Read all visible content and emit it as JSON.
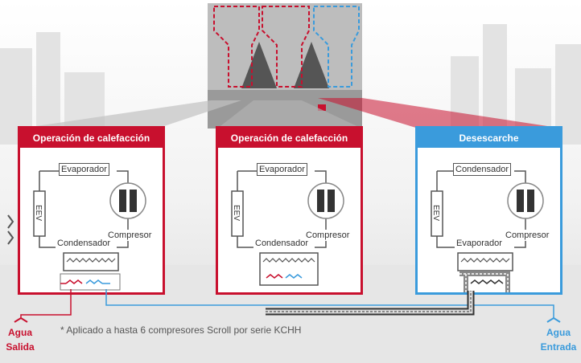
{
  "panels": [
    {
      "title": "Operación de calefacción",
      "top_label": "Evaporador",
      "bottom_label": "Condensador",
      "valve_label": "EEV",
      "compressor_label": "Compresor",
      "variant": "heating"
    },
    {
      "title": "Operación de calefacción",
      "top_label": "Evaporador",
      "bottom_label": "Condensador",
      "valve_label": "EEV",
      "compressor_label": "Compresor",
      "variant": "heating"
    },
    {
      "title": "Desescarche",
      "top_label": "Condensador",
      "bottom_label": "Evaporador",
      "valve_label": "EEV",
      "compressor_label": "Compresor",
      "variant": "defrost"
    }
  ],
  "footnote": "* Aplicado a hasta 6 compresores Scroll por serie KCHH",
  "water_outlet": {
    "line1": "Agua",
    "line2": "Salida"
  },
  "water_inlet": {
    "line1": "Agua",
    "line2": "Entrada"
  },
  "colors": {
    "heating": "#c8102e",
    "defrost": "#3a9bdc",
    "pipe_dark": "#333333"
  }
}
